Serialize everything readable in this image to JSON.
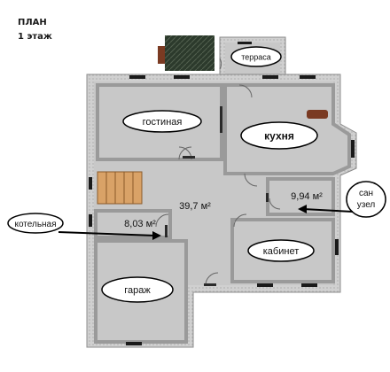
{
  "header": {
    "title_line1": "ПЛАН",
    "title_line2": "1 этаж"
  },
  "rooms": {
    "terrace": "терраса",
    "living": "гостиная",
    "kitchen": "кухня",
    "boiler": "котельная",
    "garage": "гараж",
    "office": "кабинет",
    "bath": "сан\nузел"
  },
  "areas": {
    "hall": "39,7 м²",
    "boiler": "8,03 м²",
    "bath": "9,94 м²"
  },
  "colors": {
    "wall": "#b4b4b4",
    "room_fill": "#c8c8c8",
    "label_fill": "#ffffff",
    "stairs": "#d9a267",
    "chimney": "#2f3f2f",
    "roof_shadow": "#7a3a22"
  }
}
